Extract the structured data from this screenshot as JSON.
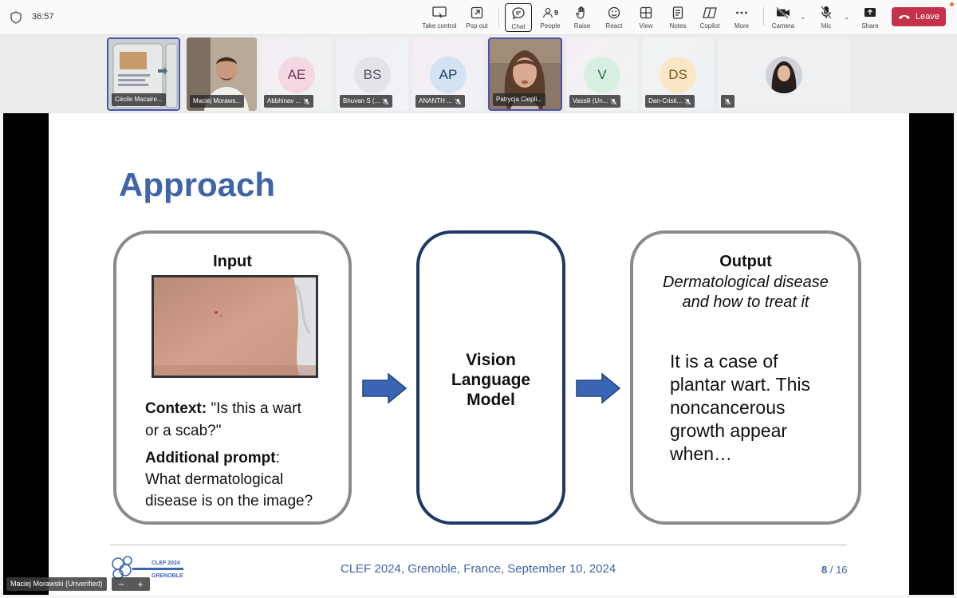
{
  "timer": "36:57",
  "toolbar": {
    "take_control": "Take control",
    "pop_out": "Pop out",
    "chat": "Chat",
    "people": "People",
    "people_count": "9",
    "raise": "Raise",
    "react": "React",
    "view": "View",
    "notes": "Notes",
    "copilot": "Copilot",
    "more": "More",
    "camera": "Camera",
    "mic": "Mic",
    "share": "Share",
    "leave": "Leave"
  },
  "participants": [
    {
      "name": "Cécile Macaire..."
    },
    {
      "name": "Maciej Moraws..."
    },
    {
      "name": "Abbhinav ...",
      "initials": "AE"
    },
    {
      "name": "Bhuvan S (...",
      "initials": "BS"
    },
    {
      "name": "ANANTH ...",
      "initials": "AP"
    },
    {
      "name": "Patrycja Ciepli..."
    },
    {
      "name": "Vassili (Un...",
      "initials": "V"
    },
    {
      "name": "Dan-Cristi...",
      "initials": "DS"
    },
    {
      "name": ""
    }
  ],
  "slide": {
    "title": "Approach",
    "input": {
      "heading": "Input",
      "context_label": "Context:",
      "context_text": " \"Is this a wart",
      "context_text2": "or a scab?\"",
      "prompt_label": "Additional prompt",
      "prompt_colon": ":",
      "prompt_text": "What dermatological",
      "prompt_text2": "disease is on the image?"
    },
    "model": {
      "line1": "Vision",
      "line2": "Language",
      "line3": "Model"
    },
    "output": {
      "heading": "Output",
      "sub1": "Dermatological disease",
      "sub2": "and how to treat it",
      "l1": "It is a case of",
      "l2": "plantar wart. This",
      "l3": "noncancerous",
      "l4": "growth appear",
      "l5": "when…"
    },
    "footer": "CLEF 2024, Grenoble, France, September 10, 2024",
    "page_current": "8",
    "page_sep": " / ",
    "page_total": "16",
    "logo_text1": "CLEF 2024",
    "logo_text2": "GRENOBLE"
  },
  "speaker_tag": "Maciej Morawski (Unverified)",
  "colors": {
    "title_blue": "#3f64a8",
    "leave_red": "#c4314b",
    "highlight": "#4f52b2"
  }
}
